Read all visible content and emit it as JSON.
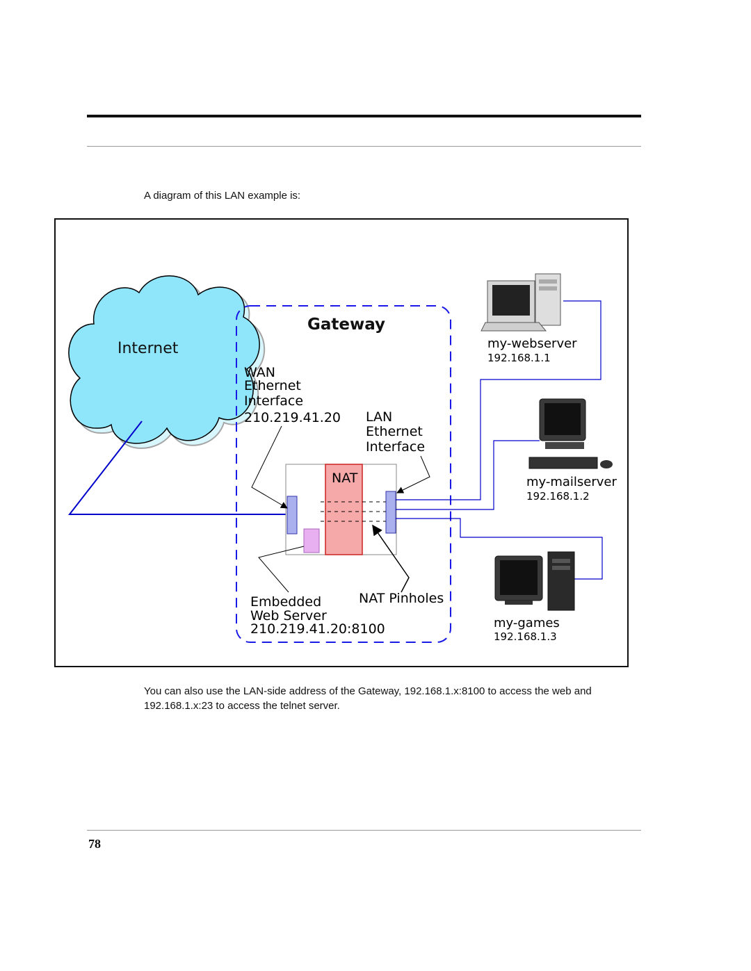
{
  "intro_text": "A diagram of this LAN example is:",
  "diagram": {
    "cloud_label": "Internet",
    "gateway_title": "Gateway",
    "wan_label": [
      "WAN",
      "Ethernet",
      "Interface"
    ],
    "wan_ip": "210.219.41.20",
    "lan_label": [
      "LAN",
      "Ethernet",
      "Interface"
    ],
    "nat_label": "NAT",
    "embedded_label": [
      "Embedded",
      "Web Server"
    ],
    "embedded_address": "210.219.41.20:8100",
    "pinholes_label": "NAT Pinholes",
    "hosts": [
      {
        "name": "my-webserver",
        "ip": "192.168.1.1"
      },
      {
        "name": "my-mailserver",
        "ip": "192.168.1.2"
      },
      {
        "name": "my-games",
        "ip": "192.168.1.3"
      }
    ],
    "colors": {
      "cloud": "#8fe6fb",
      "link": "#0000cc",
      "gateway_border": "#1a1ae6",
      "nat_fill": "#f5a9a9",
      "nat_border": "#cc2222",
      "interface_fill": "#aab0ee",
      "web_server_fill": "#e8b0f0"
    }
  },
  "body_text": "You can also use the LAN-side address of the Gateway, 192.168.1.x:8100 to access the web and 192.168.1.x:23 to access the telnet server.",
  "page_number": "78"
}
